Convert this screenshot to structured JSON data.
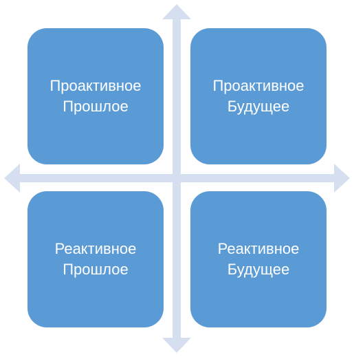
{
  "colors": {
    "box_fill": "#5b9bd5",
    "axis_fill": "#d6dff0",
    "text": "#ffffff"
  },
  "quadrants": [
    {
      "position": "top-left",
      "line1": "Проактивное",
      "line2": "Прошлое"
    },
    {
      "position": "top-right",
      "line1": "Проактивное",
      "line2": "Будущее"
    },
    {
      "position": "bottom-left",
      "line1": "Реактивное",
      "line2": "Прошлое"
    },
    {
      "position": "bottom-right",
      "line1": "Реактивное",
      "line2": "Будущее"
    }
  ]
}
